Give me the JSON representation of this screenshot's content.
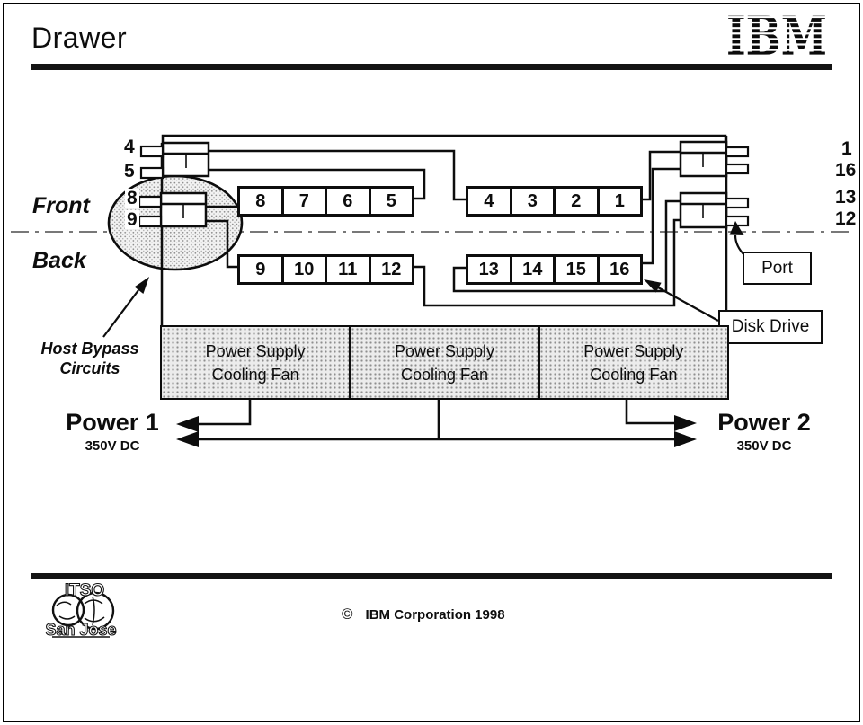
{
  "page": {
    "title": "Drawer"
  },
  "header": {
    "logo_text": "IBM"
  },
  "diagram": {
    "front_label": "Front",
    "back_label": "Back",
    "host_bypass": {
      "line1": "Host Bypass",
      "line2": "Circuits"
    },
    "port_label": "Port",
    "disk_drive_label": "Disk Drive",
    "left_ports": [
      "4",
      "5",
      "8",
      "9"
    ],
    "right_ports": [
      "1",
      "16",
      "13",
      "12"
    ],
    "disk_rows": {
      "front_left": [
        "8",
        "7",
        "6",
        "5"
      ],
      "front_right": [
        "4",
        "3",
        "2",
        "1"
      ],
      "back_left": [
        "9",
        "10",
        "11",
        "12"
      ],
      "back_right": [
        "13",
        "14",
        "15",
        "16"
      ]
    },
    "power_supplies": [
      {
        "line1": "Power Supply",
        "line2": "Cooling Fan"
      },
      {
        "line1": "Power Supply",
        "line2": "Cooling Fan"
      },
      {
        "line1": "Power Supply",
        "line2": "Cooling Fan"
      }
    ],
    "power1": {
      "name": "Power 1",
      "voltage": "350V DC"
    },
    "power2": {
      "name": "Power 2",
      "voltage": "350V DC"
    }
  },
  "footer": {
    "logo": {
      "top": "ITSO",
      "bottom": "San Jose"
    },
    "copyright_symbol": "©",
    "copyright": "IBM Corporation 1998"
  }
}
